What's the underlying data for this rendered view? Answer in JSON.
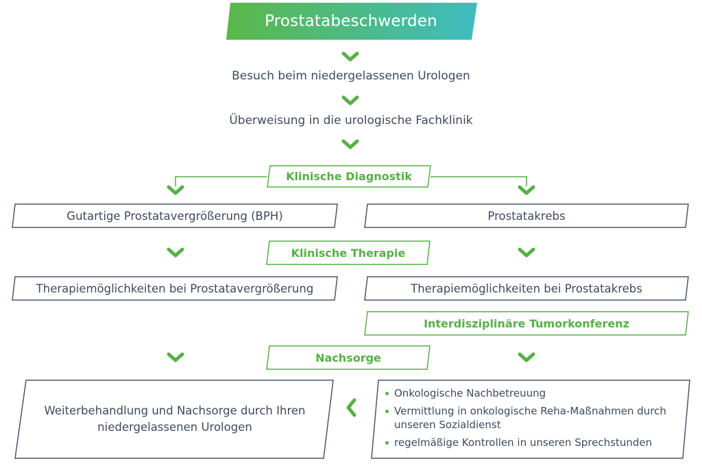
{
  "title": "Prostatabeschwerden",
  "step_visit": "Besuch beim niedergelassenen Urologen",
  "step_referral": "Überweisung in die urologische Fachklinik",
  "label_diagnostics": "Klinische Diagnostik",
  "box_bph": "Gutartige Prostatavergrößerung (BPH)",
  "box_cancer": "Prostatakrebs",
  "label_therapy": "Klinische Therapie",
  "box_therapy_bph": "Therapiemöglichkeiten bei Prostatavergrößerung",
  "box_therapy_cancer": "Therapiemöglichkeiten bei Prostatakrebs",
  "label_tumorboard": "Interdisziplinäre Tumorkonferenz",
  "label_aftercare": "Nachsorge",
  "box_followup": "Weiterbehandlung und Nachsorge durch Ihren niedergelassenen Urologen",
  "aftercare_items": [
    "Onkologische Nachbetreuung",
    "Vermittlung in onkologische Reha-Maßnahmen durch unseren Sozialdienst",
    "regelmäßige Kontrollen in unseren Sprechstunden"
  ],
  "colors": {
    "accent": "#55b045",
    "gradient_start": "#5bb84a",
    "gradient_end": "#3fbcc0",
    "text": "#3d4a5c",
    "box_border": "#4a5568"
  }
}
